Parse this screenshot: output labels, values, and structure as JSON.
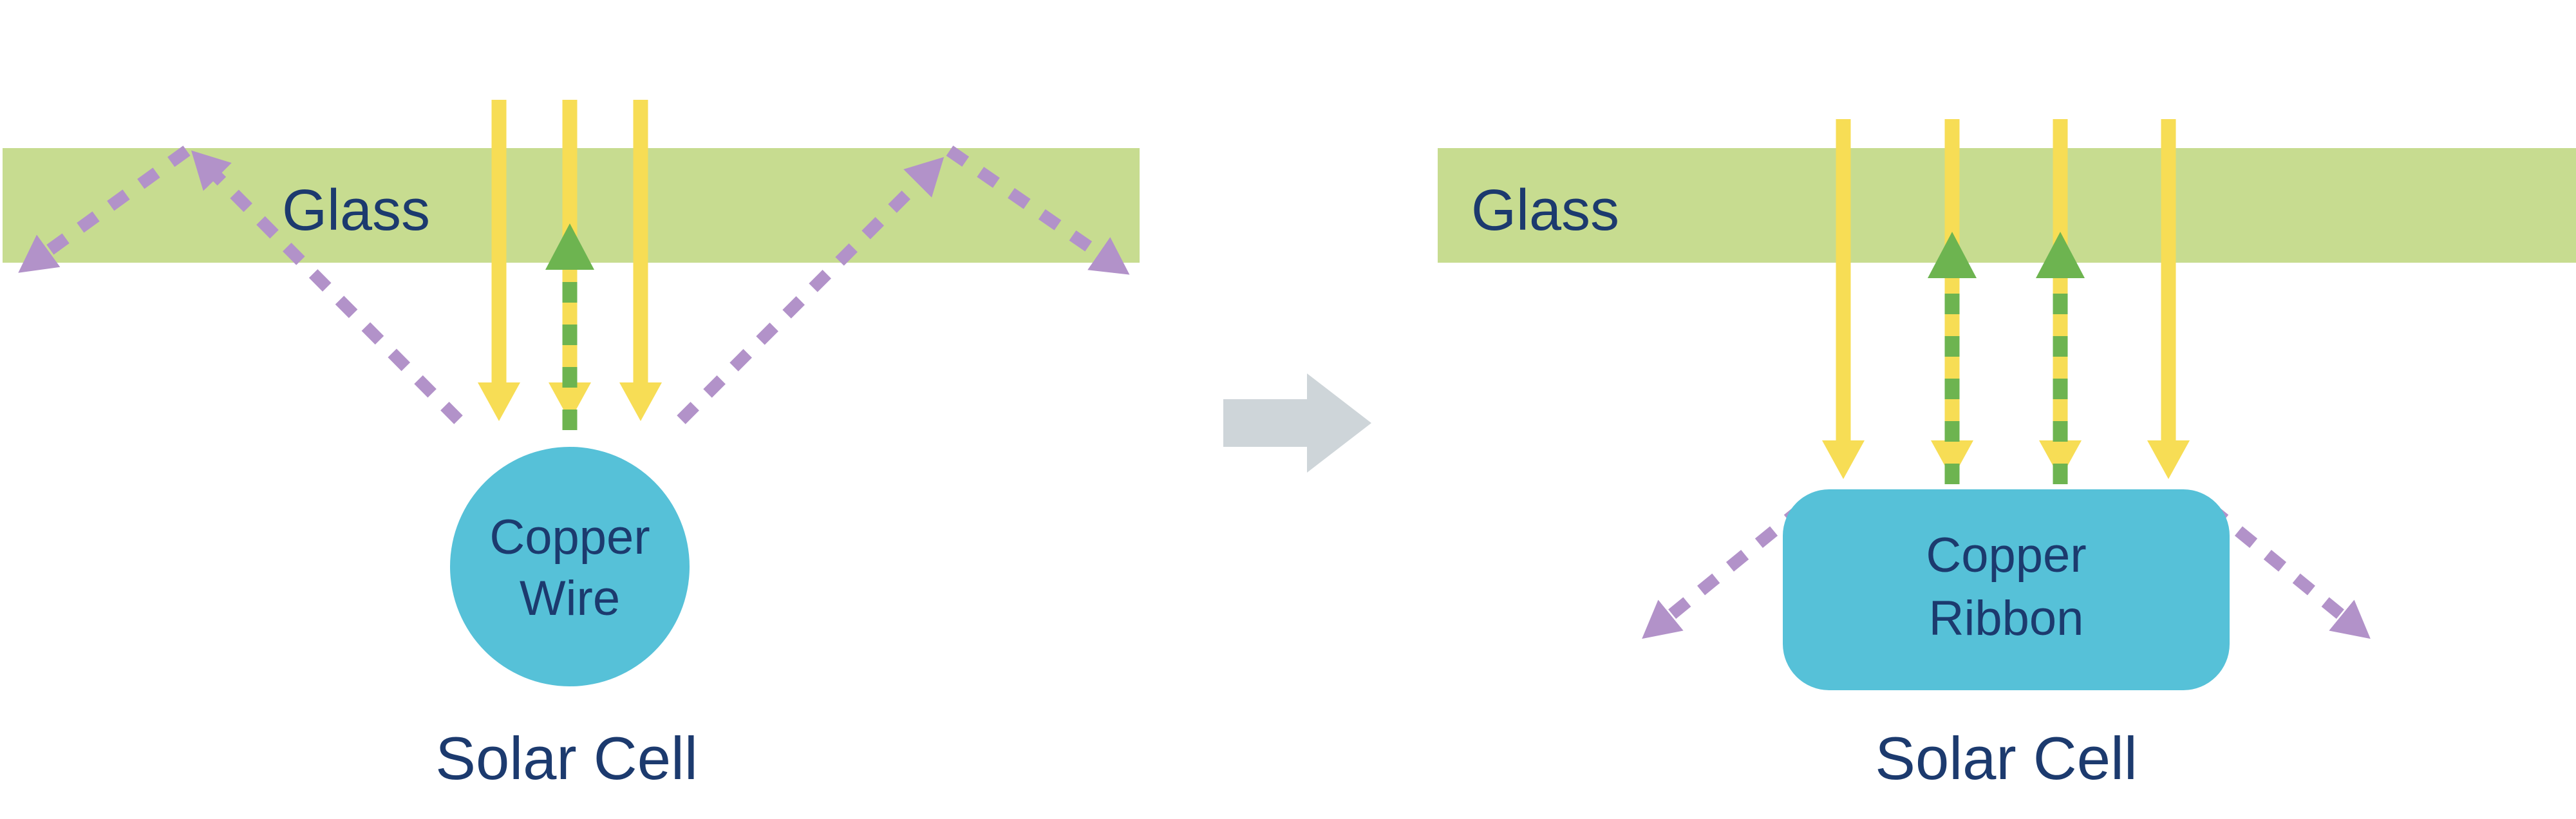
{
  "left_panel": {
    "glass_label": "Glass",
    "conductor_line1": "Copper",
    "conductor_line2": "Wire",
    "cell_label": "Solar Cell"
  },
  "right_panel": {
    "glass_label": "Glass",
    "conductor_line1": "Copper",
    "conductor_line2": "Ribbon",
    "cell_label": "Solar Cell"
  },
  "icons": {
    "incident_ray": "down-arrow-icon",
    "reflected_ray": "dashed-up-arrow-icon",
    "scattered_ray": "dashed-diagonal-arrow-icon",
    "transition": "right-block-arrow-icon"
  },
  "colors": {
    "glass_green": "#c7dc90",
    "sunlight_yellow": "#f7dd55",
    "reflected_green": "#6db450",
    "scattered_purple": "#b292c9",
    "copper_teal": "#56c1d8",
    "text_navy": "#1c3a6e",
    "transition_gray": "#ced5d9",
    "background": "#ffffff"
  }
}
